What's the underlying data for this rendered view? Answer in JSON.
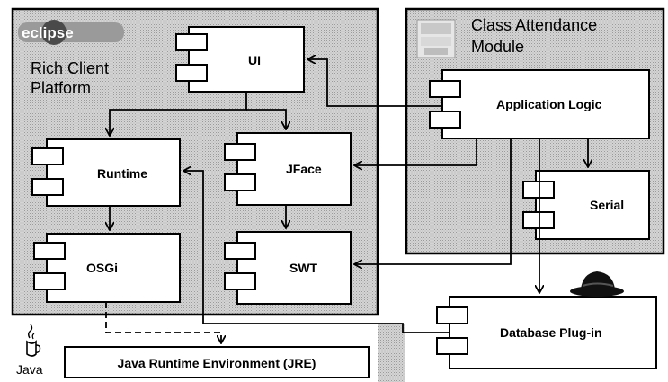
{
  "eclipse_logo": {
    "text": "eclipse",
    "style": "gray-sphere-with-dark-cli-band"
  },
  "rcp": {
    "label_line1": "Rich Client",
    "label_line2": "Platform"
  },
  "class_module": {
    "label_line1": "Class Attendance",
    "label_line2": "Module",
    "logo_caption": ""
  },
  "components": {
    "ui": "UI",
    "runtime": "Runtime",
    "jface": "JFace",
    "osgi": "OSGi",
    "swt": "SWT",
    "app_logic": "Application Logic",
    "serial": "Serial",
    "db_plugin": "Database Plug-in"
  },
  "jre": {
    "label": "Java Runtime Environment (JRE)"
  },
  "java_logo": {
    "text": "Java",
    "icon": "coffee-cup-icon"
  },
  "hat_logo": {
    "icon": "fedora-hat-icon"
  }
}
